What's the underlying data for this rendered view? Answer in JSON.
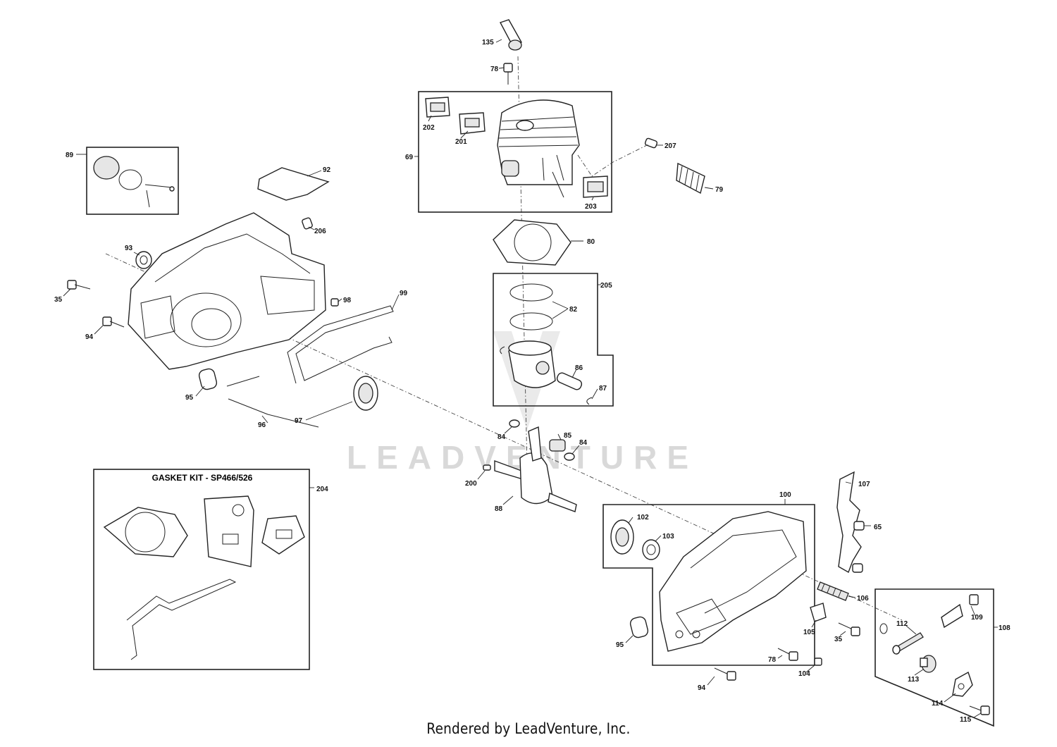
{
  "watermark": "LEADVENTURE",
  "footer": "Rendered by LeadVenture, Inc.",
  "gasket_kit_title": "GASKET KIT - SP466/526",
  "callouts": {
    "c135": "135",
    "c78a": "78",
    "c202": "202",
    "c201": "201",
    "c69": "69",
    "c207": "207",
    "c79": "79",
    "c203": "203",
    "c80": "80",
    "c205": "205",
    "c82": "82",
    "c86": "86",
    "c87": "87",
    "c84a": "84",
    "c85": "85",
    "c84b": "84",
    "c200": "200",
    "c88": "88",
    "c89": "89",
    "c92": "92",
    "c206": "206",
    "c93": "93",
    "c35a": "35",
    "c98": "98",
    "c99": "99",
    "c94a": "94",
    "c95a": "95",
    "c96": "96",
    "c97": "97",
    "c204": "204",
    "c100": "100",
    "c107": "107",
    "c65": "65",
    "c102": "102",
    "c103": "103",
    "c106": "106",
    "c105": "105",
    "c35b": "35",
    "c95b": "95",
    "c78b": "78",
    "c104": "104",
    "c94b": "94",
    "c108": "108",
    "c109": "109",
    "c112": "112",
    "c113": "113",
    "c114": "114",
    "c115": "115"
  }
}
